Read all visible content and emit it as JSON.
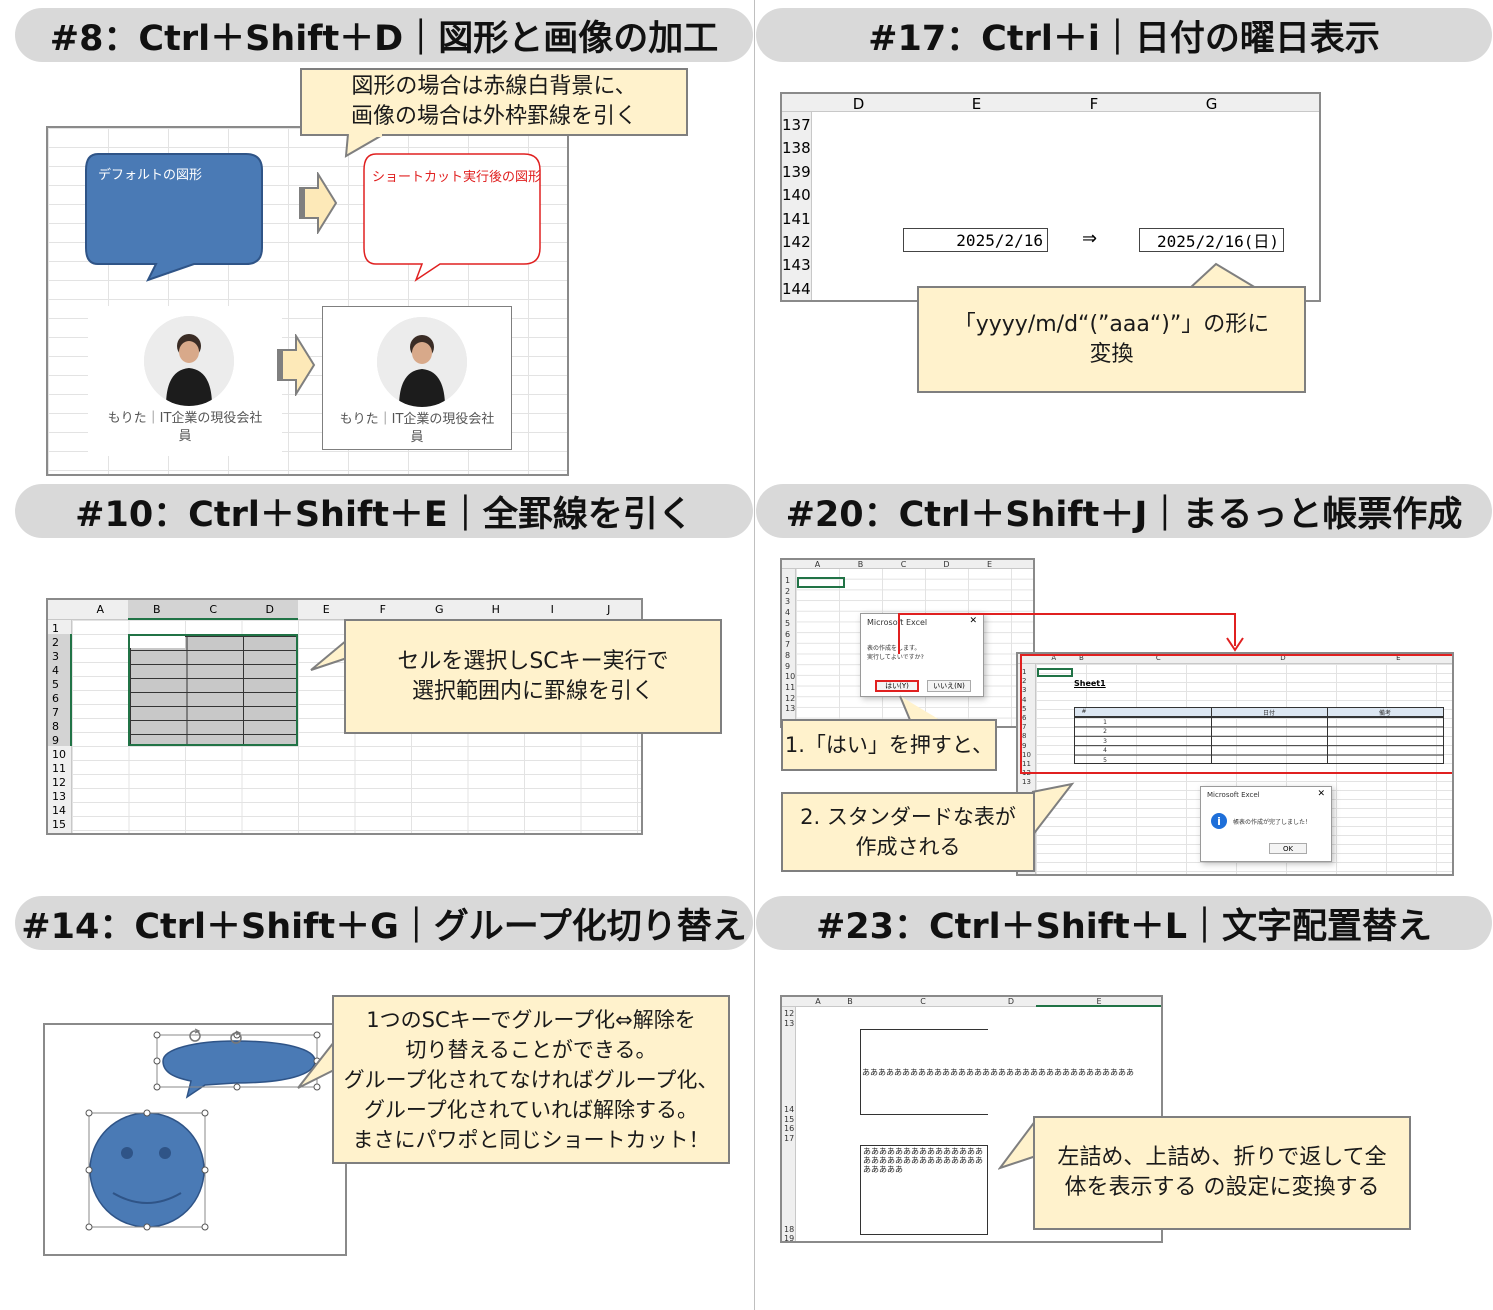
{
  "panels": {
    "p8": {
      "header": "#8：Ctrl＋Shift＋D｜図形と画像の加工",
      "callout": "図形の場合は赤線白背景に、\n画像の場合は外枠罫線を引く",
      "default_shape_label": "デフォルトの図形",
      "after_shape_label": "ショートカット実行後の図形",
      "image_caption": "もりた｜IT企業の現役会社\n員",
      "image_caption_after": "もりた｜IT企業の現役会社\n員"
    },
    "p17": {
      "header": "#17：Ctrl＋i｜日付の曜日表示",
      "columns": [
        "D",
        "E",
        "F",
        "G"
      ],
      "rows": [
        "137",
        "138",
        "139",
        "140",
        "141",
        "142",
        "143",
        "144"
      ],
      "before_value": "2025/2/16",
      "arrow": "⇒",
      "after_value": "2025/2/16(日)",
      "callout": "「yyyy/m/d“(”aaa“)”」の形に\n変換"
    },
    "p10": {
      "header": "#10：Ctrl＋Shift＋E｜全罫線を引く",
      "columns": [
        "A",
        "B",
        "C",
        "D",
        "E",
        "F",
        "G",
        "H",
        "I",
        "J"
      ],
      "rows": [
        "1",
        "2",
        "3",
        "4",
        "5",
        "6",
        "7",
        "8",
        "9",
        "10",
        "11",
        "12",
        "13",
        "14",
        "15"
      ],
      "callout": "セルを選択しSCキー実行で\n選択範囲内に罫線を引く"
    },
    "p20": {
      "header": "#20：Ctrl＋Shift＋J｜まるっと帳票作成",
      "small_columns": [
        "A",
        "B",
        "C",
        "D",
        "E"
      ],
      "small_rows": [
        "1",
        "2",
        "3",
        "4",
        "5",
        "6",
        "7",
        "8",
        "9",
        "10",
        "11",
        "12",
        "13"
      ],
      "dialog1_title": "Microsoft Excel",
      "dialog1_text": "表の作成をします。\n実行してよいですか?",
      "dialog1_yes": "はい(Y)",
      "dialog1_no": "いいえ(N)",
      "big_columns": [
        "A",
        "B",
        "C",
        "D",
        "E"
      ],
      "big_rows": [
        "1",
        "2",
        "3",
        "4",
        "5",
        "6",
        "7",
        "8",
        "9",
        "10",
        "11",
        "12",
        "13"
      ],
      "sheet_title": "Sheet1",
      "table_headers": [
        "#",
        "日付",
        "備考"
      ],
      "table_numbers": [
        "1",
        "2",
        "3",
        "4",
        "5"
      ],
      "dialog2_title": "Microsoft Excel",
      "dialog2_text": "帳表の作成が完了しました！",
      "dialog2_ok": "OK",
      "callout1": "1.「はい」を押すと、",
      "callout2": "2. スタンダードな表が\n作成される"
    },
    "p14": {
      "header": "#14：Ctrl＋Shift＋G｜グループ化切り替え",
      "callout": "1つのSCキーでグループ化⇔解除を\n切り替えることができる。\nグループ化されてなければグループ化、\nグループ化されていれば解除する。\nまさにパワポと同じショートカット！"
    },
    "p23": {
      "header": "#23：Ctrl＋Shift＋L｜文字配置替え",
      "columns": [
        "A",
        "B",
        "C",
        "D",
        "E"
      ],
      "rows_top": [
        "12",
        "13"
      ],
      "rows_mid": [
        "14",
        "15",
        "16",
        "17"
      ],
      "rows_bottom": [
        "18",
        "19"
      ],
      "before_text": "ああああああああああああああああああああああああああああああああああ",
      "after_text": "あああああああああああああああああああああああああああああああああああ",
      "callout": "左詰め、上詰め、折りで返して全\n体を表示する の設定に変換する"
    }
  },
  "colors": {
    "header_bg": "#d9d9d9",
    "callout_bg": "#fff2cc",
    "shape_blue": "#4a7ab5",
    "excel_green": "#217346",
    "red_line": "#e02020"
  }
}
